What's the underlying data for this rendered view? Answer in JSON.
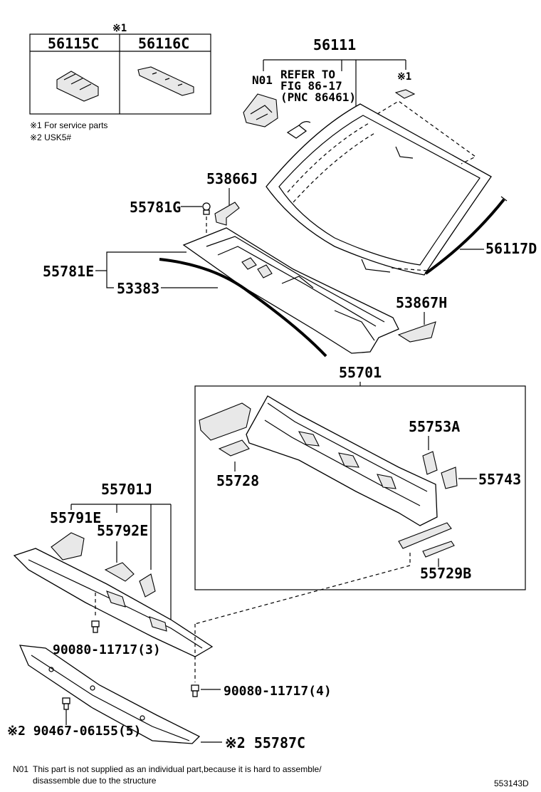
{
  "service_table": {
    "header_mark": "※1",
    "col1": "56115C",
    "col2": "56116C"
  },
  "notes": {
    "note1": "※1 For service parts",
    "note2": "※2 USK5#",
    "n01_code": "N01",
    "n01_text_line1": "This part is not supplied as an individual part,because it is hard to assemble/",
    "n01_text_line2": "disassemble due to the structure"
  },
  "labels": {
    "p56111": "56111",
    "n01": "N01",
    "refer1": "REFER TO",
    "refer2": "FIG 86-17",
    "refer3": "(PNC 86461)",
    "mark1": "※1",
    "p53866J": "53866J",
    "p55781G": "55781G",
    "p56117D": "56117D",
    "p55781E": "55781E",
    "p53383": "53383",
    "p53867H": "53867H",
    "p55701": "55701",
    "p55753A": "55753A",
    "p55728": "55728",
    "p55743": "55743",
    "p55729B": "55729B",
    "p55701J": "55701J",
    "p55791E": "55791E",
    "p55792E": "55792E",
    "bolt3": "90080-11717(3)",
    "bolt4": "90080-11717(4)",
    "clip5": "※2 90467-06155(5)",
    "p55787C": "※2 55787C"
  },
  "figure_id": "553143D"
}
